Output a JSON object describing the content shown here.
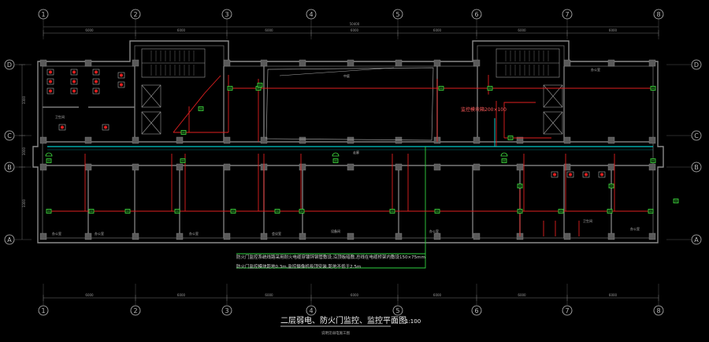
{
  "drawing": {
    "title": "二层弱电、防火门监控、监控平面图",
    "scale": "1:100",
    "sub_note": "说明见弱电施工图",
    "colors": {
      "background": "#000000",
      "wall": "#8a8a8a",
      "wall_fill": "#5a5a5a",
      "cable": "#e02020",
      "bus": "#00c8c8",
      "trunk": "#30d040",
      "device": "#40e040",
      "text": "#d8d8d8"
    },
    "axes": {
      "columns": [
        "1",
        "2",
        "3",
        "4",
        "5",
        "6",
        "7",
        "8"
      ],
      "rows": [
        "D",
        "C",
        "B",
        "A"
      ]
    },
    "dimensions": {
      "top_spans": [
        "6000",
        "6000",
        "6000",
        "6000",
        "6000",
        "6000",
        "6000"
      ],
      "total": "50400",
      "bottom_spans": [
        "6000",
        "6000",
        "6000",
        "6000",
        "6000",
        "6000",
        "6000"
      ],
      "left_spans": [
        "3300",
        "3000",
        "3300"
      ]
    },
    "red_label": "监控模块箱200×100",
    "notes": [
      "防火门监控系统线路采用耐火电缆穿镀锌钢管敷设,沿顶板暗敷,总线在电缆桥架内敷设150×75mm",
      "防火门监控模块距地0.3m,监控摄像机吸顶安装,距地不低于2.5m"
    ],
    "rooms": {
      "toilet": "卫生间",
      "corridor": "走廊",
      "office_a": "办公室",
      "office_b": "办公室",
      "office_c": "办公室",
      "office_d": "会议室",
      "atrium": "中庭",
      "equip": "设备间",
      "office_e": "办公室",
      "office_f": "办公室",
      "office_g": "办公室",
      "wc2": "卫生间"
    }
  }
}
